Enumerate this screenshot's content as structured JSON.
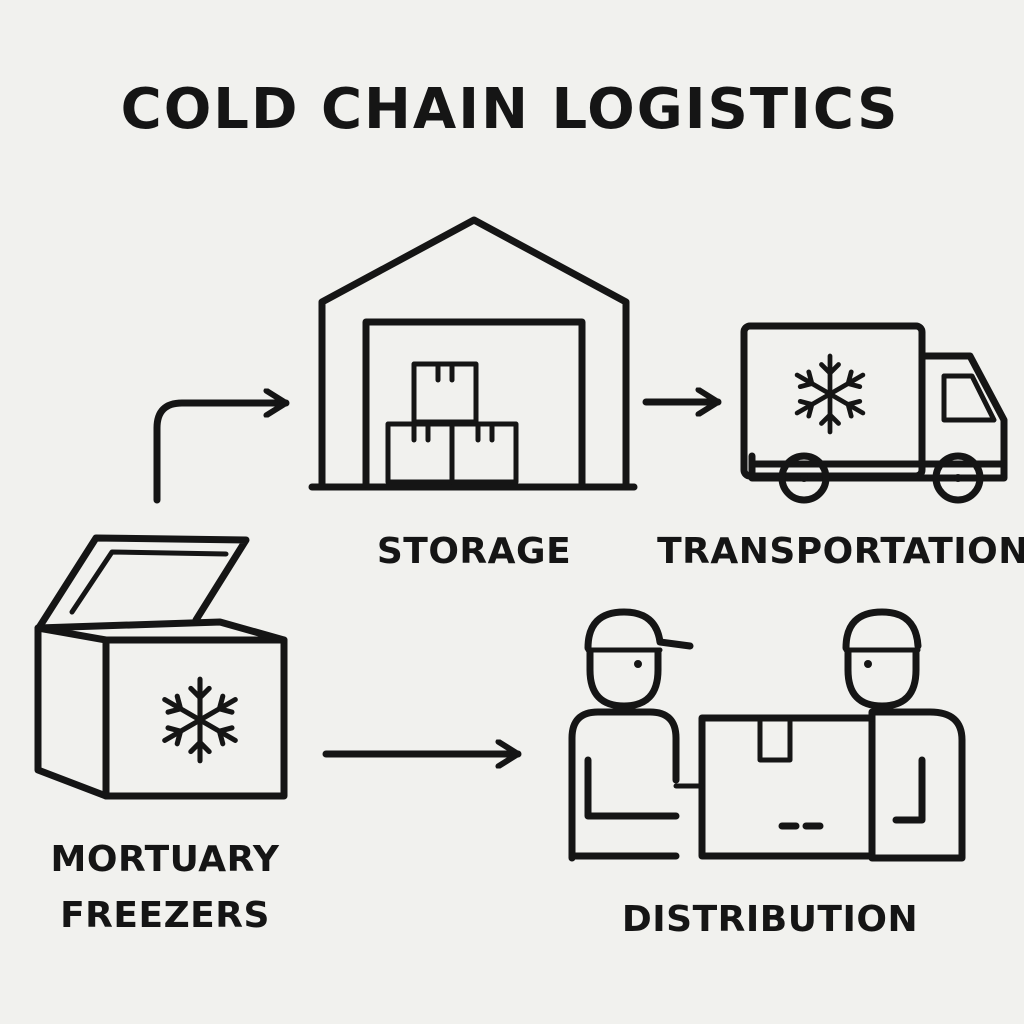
{
  "title": "COLD CHAIN LOGISTICS",
  "nodes": {
    "storage": {
      "label": "STORAGE",
      "icon": "warehouse-icon"
    },
    "transportation": {
      "label": "TRANSPORTATION",
      "icon": "refrigerated-truck-icon"
    },
    "freezers": {
      "label_line1": "MORTUARY",
      "label_line2": "FREEZERS",
      "icon": "chest-freezer-icon"
    },
    "distribution": {
      "label": "DISTRIBUTION",
      "icon": "delivery-workers-icon"
    }
  },
  "edges": [
    {
      "from": "freezers",
      "to": "storage"
    },
    {
      "from": "storage",
      "to": "transportation"
    },
    {
      "from": "freezers",
      "to": "distribution"
    }
  ],
  "colors": {
    "background": "#f1f1ee",
    "ink": "#151515"
  }
}
